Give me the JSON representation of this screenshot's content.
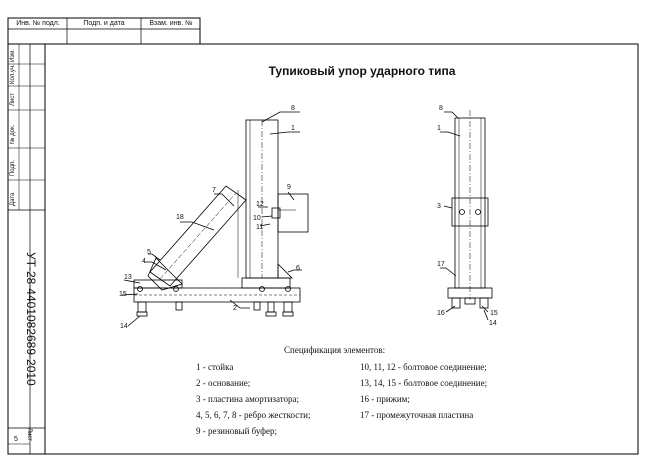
{
  "stamp_top": {
    "inv_podl": "Инв. № подл.",
    "podp_data": "Подп. и дата",
    "vzam_inv": "Взам. инв. №"
  },
  "side_column": {
    "izm": "Изм.",
    "kol_uch": "Кол.уч.",
    "list": "Лист",
    "n_dok": "№ док.",
    "podp": "Подп.",
    "data": "Дата"
  },
  "document_number": "УТ-28-4401082689-2010",
  "sheet_label": "Лист",
  "sheet_number": "5",
  "title": "Тупиковый упор ударного типа",
  "spec": {
    "heading": "Спецификация элементов:",
    "left": [
      "1 - стойка",
      "2 - основание;",
      "3 - пластина амортизатора;",
      "4, 5, 6, 7, 8 - ребро жесткости;",
      "9 - резиновый буфер;"
    ],
    "right": [
      "10, 11, 12 - болтовое соединение;",
      "13, 14, 15 - болтовое соединение;",
      "16 - прижим;",
      "17 - промежуточная пластина"
    ]
  },
  "callouts_side": [
    "8",
    "1",
    "7",
    "9",
    "18",
    "12",
    "10",
    "11",
    "5",
    "4",
    "6",
    "13",
    "15",
    "2",
    "14"
  ],
  "callouts_end": [
    "8",
    "1",
    "3",
    "17",
    "16",
    "15",
    "14"
  ]
}
